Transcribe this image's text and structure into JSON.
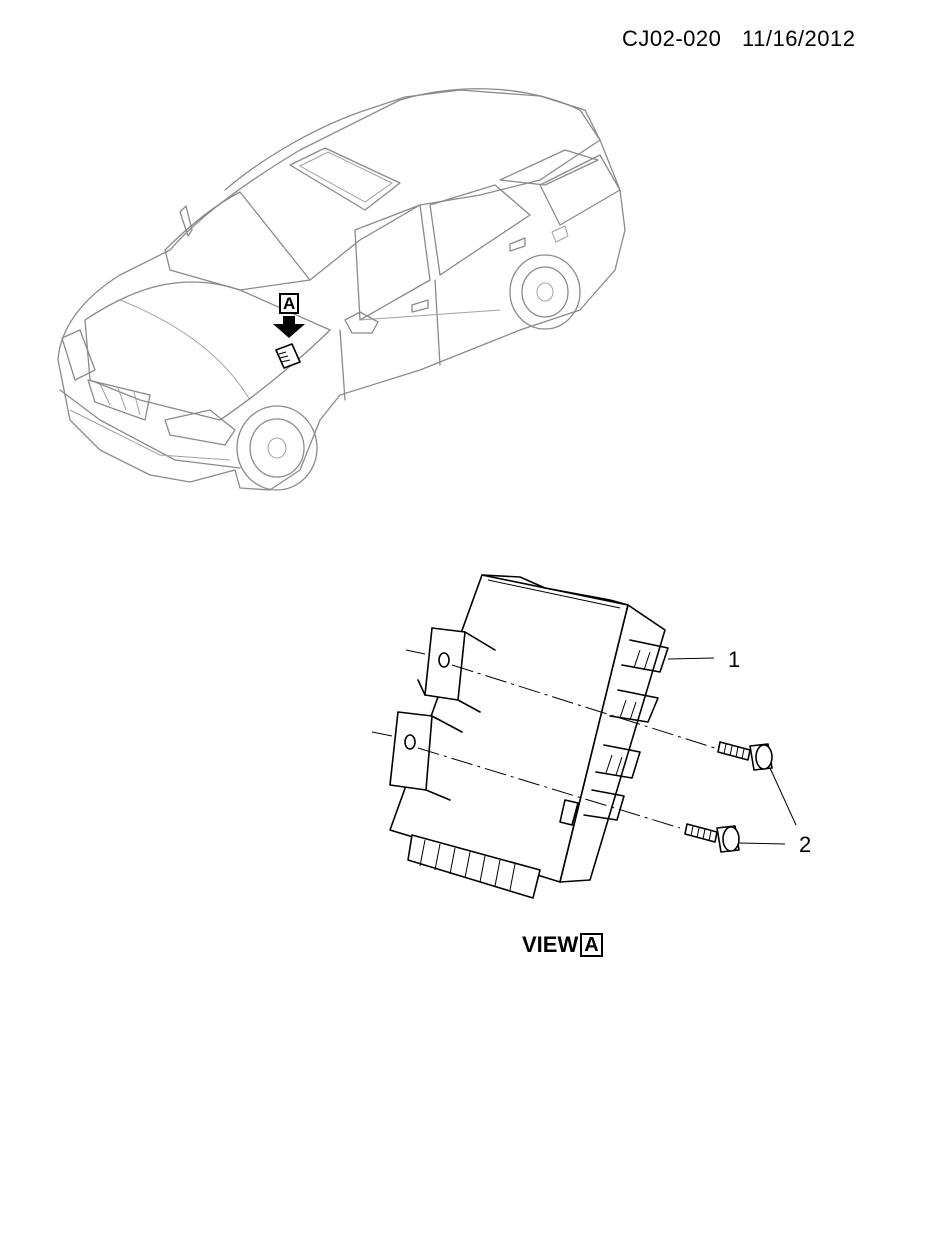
{
  "header": {
    "code": "CJ02-020",
    "date": "11/16/2012"
  },
  "view_marker": "A",
  "callouts": [
    "1",
    "2"
  ],
  "view_label": {
    "prefix": "VIEW",
    "boxed": "A"
  },
  "colors": {
    "line": "#000000",
    "car_outline": "#8a8a8a"
  }
}
